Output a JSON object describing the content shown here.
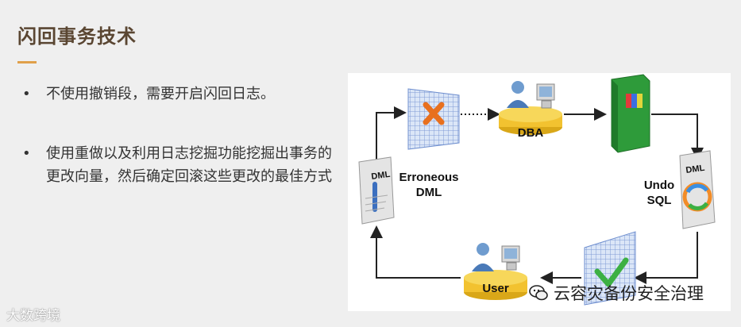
{
  "title": "闪回事务技术",
  "bullets": [
    {
      "marker": "•",
      "text": "不使用撤销段，需要开启闪回日志。"
    },
    {
      "marker": "•",
      "text": "使用重做以及利用日志挖掘功能挖掘出事务的更改向量，然后确定回滚这些更改的最佳方式"
    }
  ],
  "diagram": {
    "labels": {
      "dba": "DBA",
      "erroneous_line1": "Erroneous",
      "erroneous_line2": "DML",
      "dml_left": "DML",
      "dml_right": "DML",
      "undo_line1": "Undo",
      "undo_line2": "SQL",
      "user": "User"
    }
  },
  "watermarks": {
    "left": "大数跨境",
    "right": "云容灾备份安全治理"
  },
  "colors": {
    "title": "#5a4632",
    "accent": "#e0a04a",
    "disk_yellow": "#f2c230",
    "grid_blue": "#6f8fcf",
    "book_green": "#2e9b3a"
  }
}
